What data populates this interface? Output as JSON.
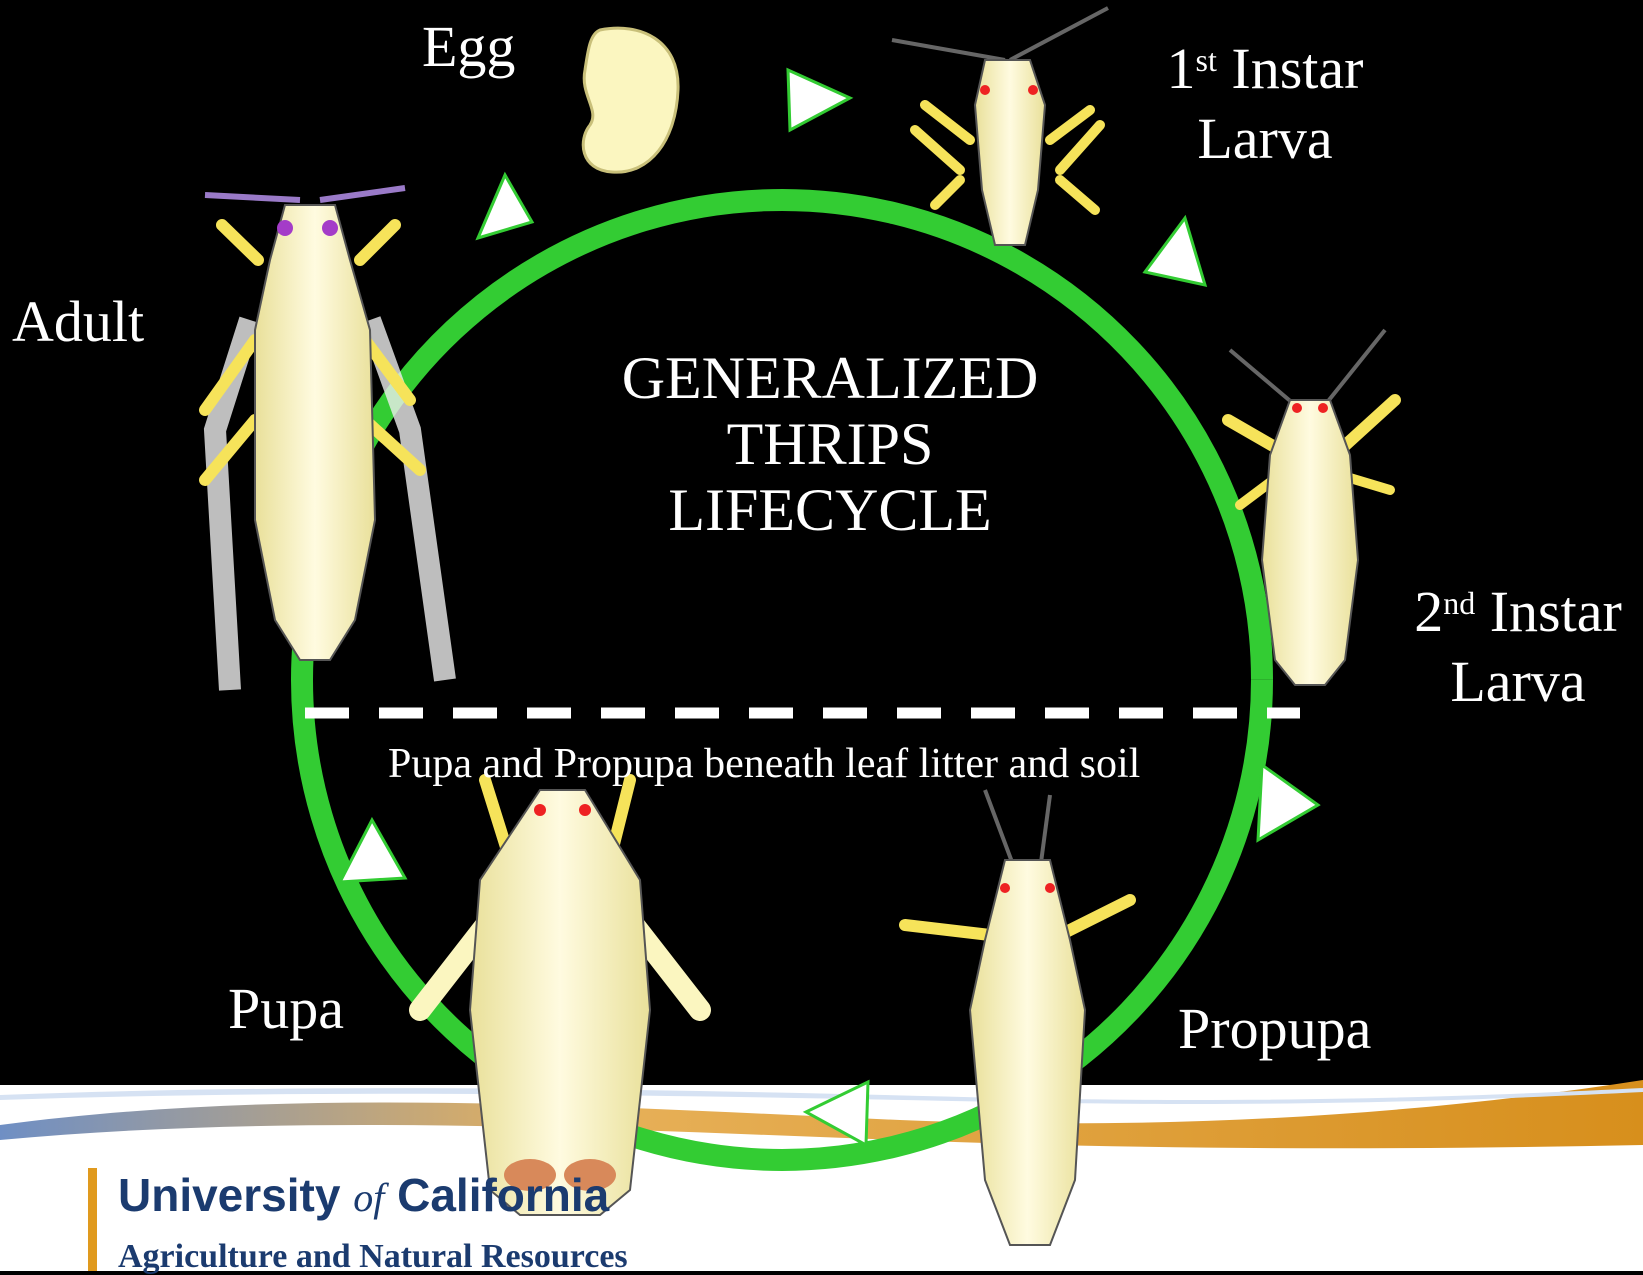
{
  "title": [
    "GENERALIZED",
    "THRIPS",
    "LIFECYCLE"
  ],
  "stages": {
    "egg": "Egg",
    "instar1": {
      "number": "1",
      "suffix": "st",
      "line1_rest": " Instar",
      "line2": "Larva"
    },
    "instar2": {
      "number": "2",
      "suffix": "nd",
      "line1_rest": " Instar",
      "line2": "Larva"
    },
    "propupa": "Propupa",
    "pupa": "Pupa",
    "adult": "Adult"
  },
  "soil_note": "Pupa and Propupa beneath leaf litter and soil",
  "footer": {
    "org_part1": "University ",
    "org_of": "of",
    "org_part2": " California",
    "division": "Agriculture and Natural Resources"
  },
  "colors": {
    "background": "#000000",
    "cycle_ring": "#33cc33",
    "arrow_fill": "#ffffff",
    "insect_body": "#fbf6c0",
    "insect_legs": "#f6e35a",
    "footer_text": "#1b3b6f",
    "footer_bar": "#e09a1e",
    "footer_wave": "#c4d6ee"
  }
}
